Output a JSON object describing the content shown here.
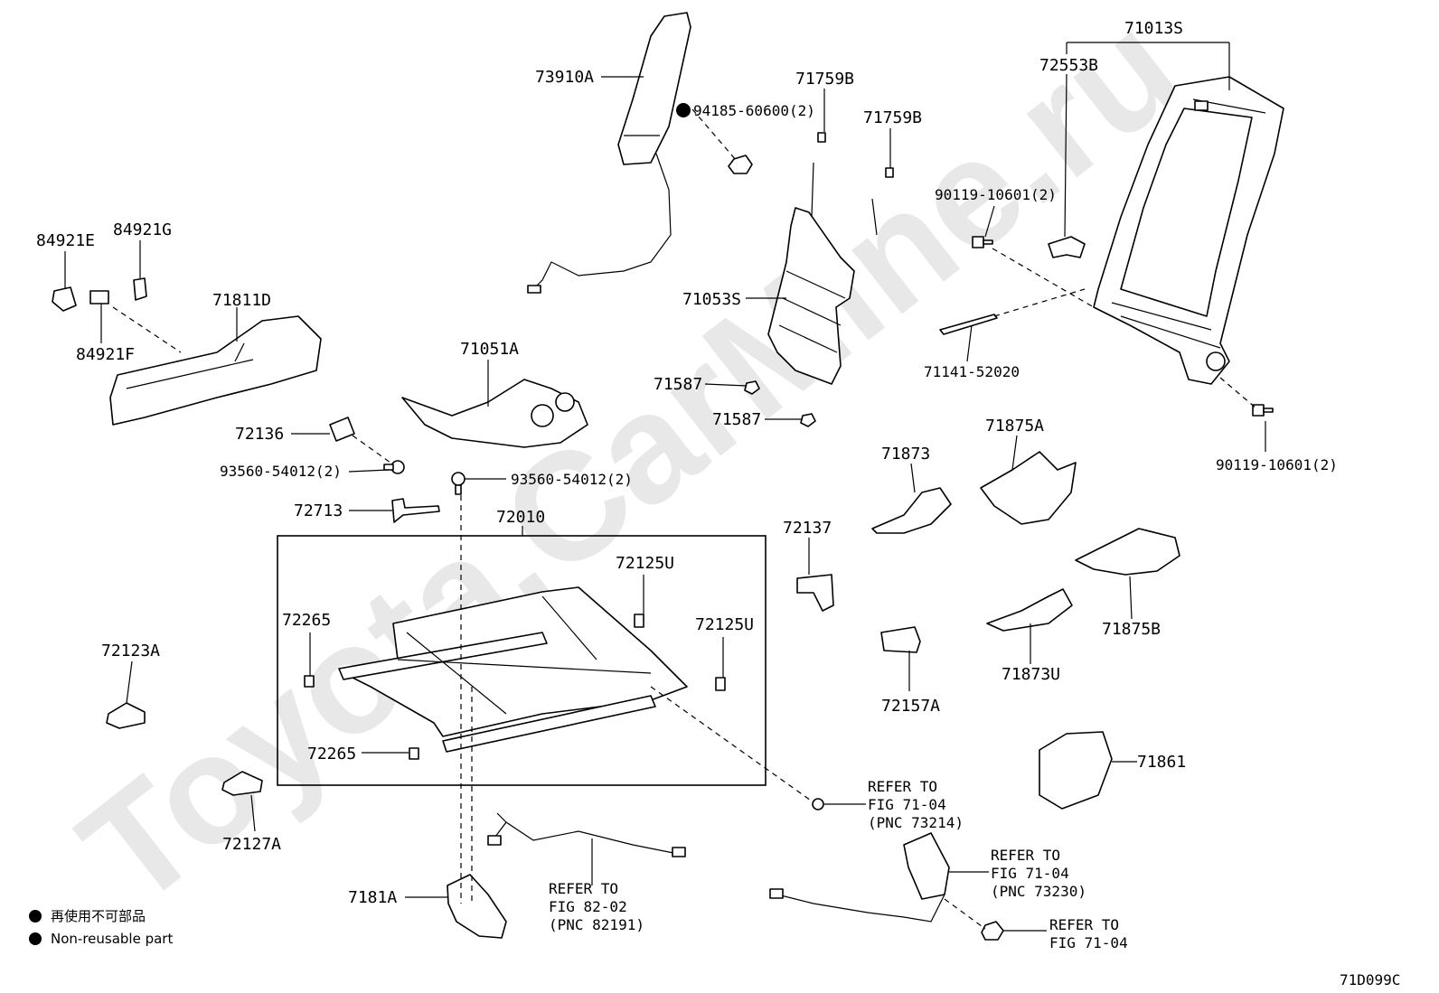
{
  "watermark": "Toyota.CarMine.ru",
  "diagram_code": "71D099C",
  "legend": [
    {
      "symbol": "filled-dot-icon",
      "text": "再使用不可部品"
    },
    {
      "symbol": "filled-dot-icon",
      "text": "Non-reusable part"
    }
  ],
  "labels": {
    "p71013S": "71013S",
    "p72553B": "72553B",
    "p73910A": "73910A",
    "p94185": "94185-60600(2)",
    "p71759B_1": "71759B",
    "p71759B_2": "71759B",
    "p90119_top": "90119-10601(2)",
    "p90119_bot": "90119-10601(2)",
    "p84921E": "84921E",
    "p84921G": "84921G",
    "p84921F": "84921F",
    "p71811D": "71811D",
    "p71053S": "71053S",
    "p71141": "71141-52020",
    "p71051A": "71051A",
    "p71587_1": "71587",
    "p71587_2": "71587",
    "p72136": "72136",
    "p93560_left": "93560-54012(2)",
    "p93560_center": "93560-54012(2)",
    "p72713": "72713",
    "p71873": "71873",
    "p71875A": "71875A",
    "p72010": "72010",
    "p72137": "72137",
    "p72125U_1": "72125U",
    "p72125U_2": "72125U",
    "p72265_1": "72265",
    "p72265_2": "72265",
    "p72123A": "72123A",
    "p71875B": "71875B",
    "p71873U": "71873U",
    "p72157A": "72157A",
    "p71861": "71861",
    "p72127A": "72127A",
    "p7181A": "7181A"
  },
  "refer_notes": [
    {
      "line1": "REFER TO",
      "line2": "FIG 71-04",
      "line3": "(PNC 73214)"
    },
    {
      "line1": "REFER TO",
      "line2": "FIG 71-04",
      "line3": "(PNC 73230)"
    },
    {
      "line1": "REFER TO",
      "line2": "FIG 71-04",
      "line3": ""
    },
    {
      "line1": "REFER TO",
      "line2": "FIG 82-02",
      "line3": "(PNC 82191)"
    }
  ]
}
